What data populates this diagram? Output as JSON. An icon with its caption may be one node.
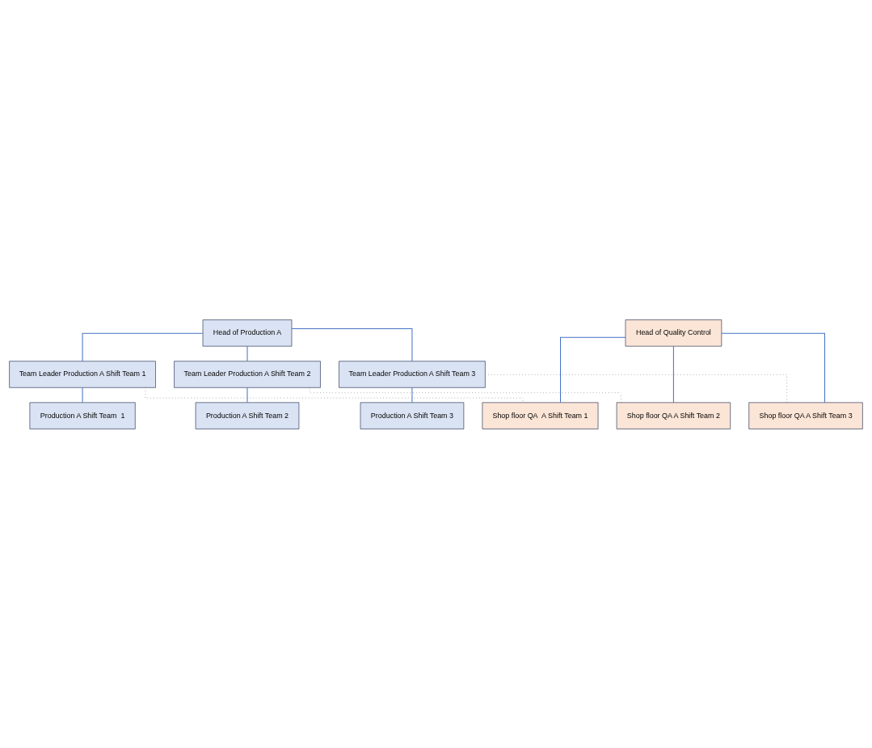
{
  "diagram": {
    "nodes": [
      {
        "text": [
          "Head of Production A"
        ]
      },
      {
        "text": [
          "Head of Quality Control"
        ]
      },
      {
        "text": [
          "Team Leader Production A Shift Team 1"
        ]
      },
      {
        "text": [
          "Production A Shift Team  1"
        ]
      },
      {
        "text": [
          "Shop floor QA  A Shift Team 1"
        ]
      },
      {
        "text": [
          "Team Leader Production A Shift Team 2"
        ]
      },
      {
        "text": [
          "Production A Shift Team 2"
        ]
      },
      {
        "text": [
          "Shop floor QA A Shift Team 2"
        ]
      },
      {
        "text": [
          "Team Leader Production A Shift Team 3"
        ]
      },
      {
        "text": [
          "Production A Shift Team 3"
        ]
      },
      {
        "text": [
          "Shop floor QA A Shift Team 3"
        ]
      }
    ],
    "edges": [
      {
        "from": 0,
        "to": 2,
        "arrow": "none"
      },
      {
        "from": 0,
        "to": 5,
        "arrow": "none"
      },
      {
        "from": 0,
        "to": 8,
        "arrow": "none"
      },
      {
        "from": 2,
        "to": 3,
        "arrow": "none"
      },
      {
        "from": 5,
        "to": 6,
        "arrow": "none"
      },
      {
        "from": 8,
        "to": 9,
        "arrow": "none"
      },
      {
        "from": 1,
        "to": 4,
        "arrow": "none"
      },
      {
        "from": 1,
        "to": 7,
        "arrow": "none"
      },
      {
        "from": 1,
        "to": 10,
        "arrow": "none"
      },
      {
        "from": 2,
        "to": 4,
        "arrow": "none",
        "style": "dashed",
        "color": "#666666"
      },
      {
        "from": 5,
        "to": 7,
        "arrow": "none",
        "style": "dashed",
        "color": "#666666"
      },
      {
        "from": 8,
        "to": 10,
        "arrow": "none",
        "style": "dashed",
        "color": "#666666"
      }
    ]
  }
}
